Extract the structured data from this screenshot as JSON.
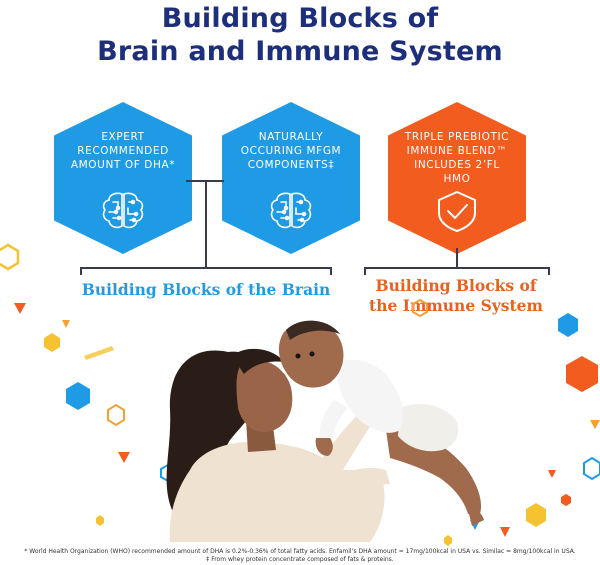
{
  "header": {
    "title_line1": "Building Blocks of",
    "title_line2": "Brain and Immune System"
  },
  "hexagons": [
    {
      "lines": [
        "EXPERT",
        "RECOMMENDED",
        "AMOUNT OF DHA*"
      ],
      "icon": "brain-circuit-icon",
      "color": "#1f9be6"
    },
    {
      "lines": [
        "NATURALLY",
        "OCCURING MFGM",
        "COMPONENTS‡"
      ],
      "icon": "brain-circuit-icon",
      "color": "#1f9be6"
    },
    {
      "lines": [
        "TRIPLE PREBIOTIC",
        "IMMUNE BLEND™",
        "INCLUDES 2’FL HMO"
      ],
      "icon": "shield-check-icon",
      "color": "#f25c1f"
    }
  ],
  "sections": {
    "brain_label": "Building Blocks of the Brain",
    "immune_label_line1": "Building Blocks of",
    "immune_label_line2": "the Immune System"
  },
  "photo": {
    "subject": "mother-lifting-baby"
  },
  "footnotes": {
    "line1": "* World Health Organization (WHO) recommended amount of DHA is 0.2%-0.36% of total fatty acids. Enfamil’s DHA amount = 17mg/100kcal in USA vs. Similac = 8mg/100kcal in USA.",
    "line2": "‡ From whey protein concentrate composed of fats & proteins."
  },
  "colors": {
    "title": "#1d2f7a",
    "blue": "#1f9be6",
    "orange": "#f25c1f",
    "yellow": "#f5c231"
  }
}
